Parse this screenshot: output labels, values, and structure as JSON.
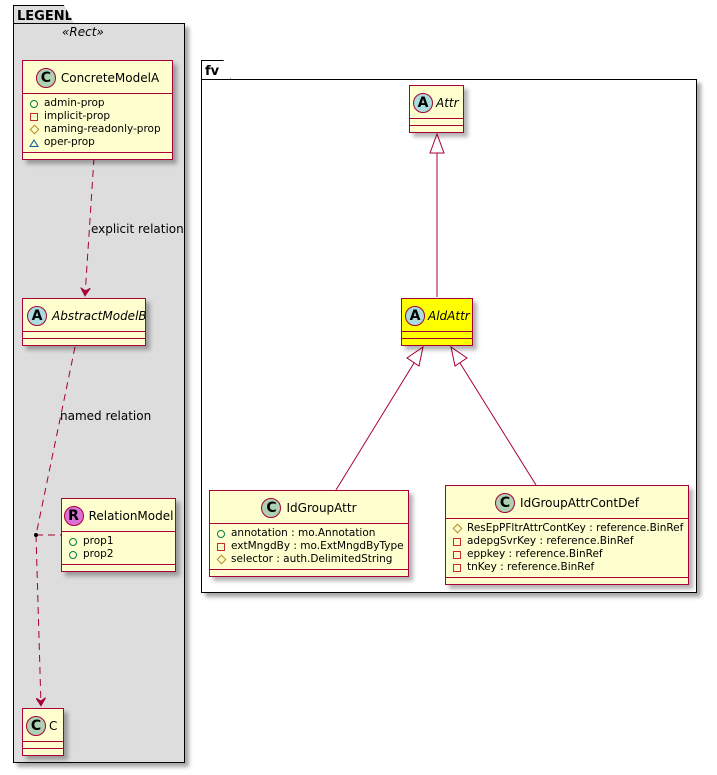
{
  "packages": {
    "legend": {
      "name": "LEGEND",
      "stereotype": "«Rect»"
    },
    "fv": {
      "name": "fv"
    }
  },
  "colors": {
    "class_fill": "#fefece",
    "class_border": "#a80036",
    "highlight_fill": "#ffff00",
    "legend_bg": "#dddddd",
    "badge_class": "#add1b2",
    "badge_abstract": "#a9dcdf",
    "badge_relation": "#da70d6",
    "vis_public": "#038048",
    "vis_private": "#c82930",
    "vis_protected": "#b38d22",
    "vis_package": "#1963a0"
  },
  "classes": {
    "concrete_model_a": {
      "badge": "C",
      "name": "ConcreteModelA",
      "attrs": [
        {
          "vis": "public",
          "text": "admin-prop"
        },
        {
          "vis": "private",
          "text": "implicit-prop"
        },
        {
          "vis": "protected",
          "text": "naming-readonly-prop"
        },
        {
          "vis": "package",
          "text": "oper-prop"
        }
      ]
    },
    "abstract_model_b": {
      "badge": "A",
      "name": "AbstractModelB"
    },
    "relation_model": {
      "badge": "R",
      "name": "RelationModel",
      "attrs": [
        {
          "vis": "public",
          "text": "prop1"
        },
        {
          "vis": "public",
          "text": "prop2"
        }
      ]
    },
    "c": {
      "badge": "C",
      "name": "C"
    },
    "attr": {
      "badge": "A",
      "name": "Attr"
    },
    "ald_attr": {
      "badge": "A",
      "name": "AldAttr"
    },
    "id_group_attr": {
      "badge": "C",
      "name": "IdGroupAttr",
      "attrs": [
        {
          "vis": "public",
          "text": "annotation : mo.Annotation"
        },
        {
          "vis": "private",
          "text": "extMngdBy : mo.ExtMngdByType"
        },
        {
          "vis": "protected",
          "text": "selector : auth.DelimitedString"
        }
      ]
    },
    "id_group_attr_cont_def": {
      "badge": "C",
      "name": "IdGroupAttrContDef",
      "attrs": [
        {
          "vis": "protected",
          "text": "ResEpPFltrAttrContKey : reference.BinRef"
        },
        {
          "vis": "private",
          "text": "adepgSvrKey : reference.BinRef"
        },
        {
          "vis": "private",
          "text": "eppkey : reference.BinRef"
        },
        {
          "vis": "private",
          "text": "tnKey : reference.BinRef"
        }
      ]
    }
  },
  "relations": {
    "explicit": {
      "label": "explicit relation"
    },
    "named": {
      "label": "named relation"
    }
  }
}
